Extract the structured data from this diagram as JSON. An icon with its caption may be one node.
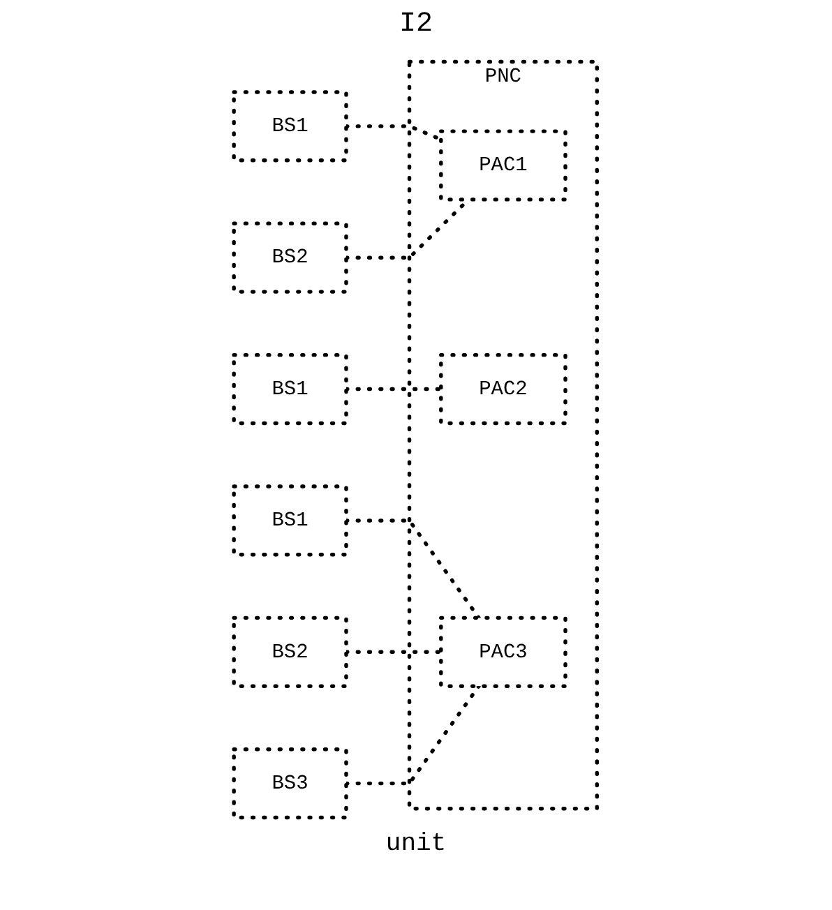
{
  "diagram": {
    "title": "I2",
    "nodes": [
      {
        "text": [
          "BS1"
        ]
      },
      {
        "text": [
          "BS2"
        ]
      },
      {
        "text": [
          "BS1"
        ]
      },
      {
        "text": [
          "BS1"
        ]
      },
      {
        "text": [
          "BS2"
        ]
      },
      {
        "text": [
          "BS3"
        ]
      },
      {
        "text": [
          "PNC"
        ],
        "beside": [
          "unit"
        ]
      },
      {
        "text": [
          "PAC1"
        ],
        "in": 6
      },
      {
        "text": [
          "PAC2"
        ],
        "in": 6
      },
      {
        "text": [
          "PAC3"
        ],
        "in": 6
      }
    ],
    "edges": [
      {
        "from": 0,
        "to": 7,
        "arrow": "none"
      },
      {
        "from": 1,
        "to": 7,
        "arrow": "none"
      },
      {
        "from": 2,
        "to": 8,
        "arrow": "none"
      },
      {
        "from": 3,
        "to": 9,
        "arrow": "none"
      },
      {
        "from": 4,
        "to": 9,
        "arrow": "none"
      },
      {
        "from": 5,
        "to": 9,
        "arrow": "none"
      }
    ]
  }
}
